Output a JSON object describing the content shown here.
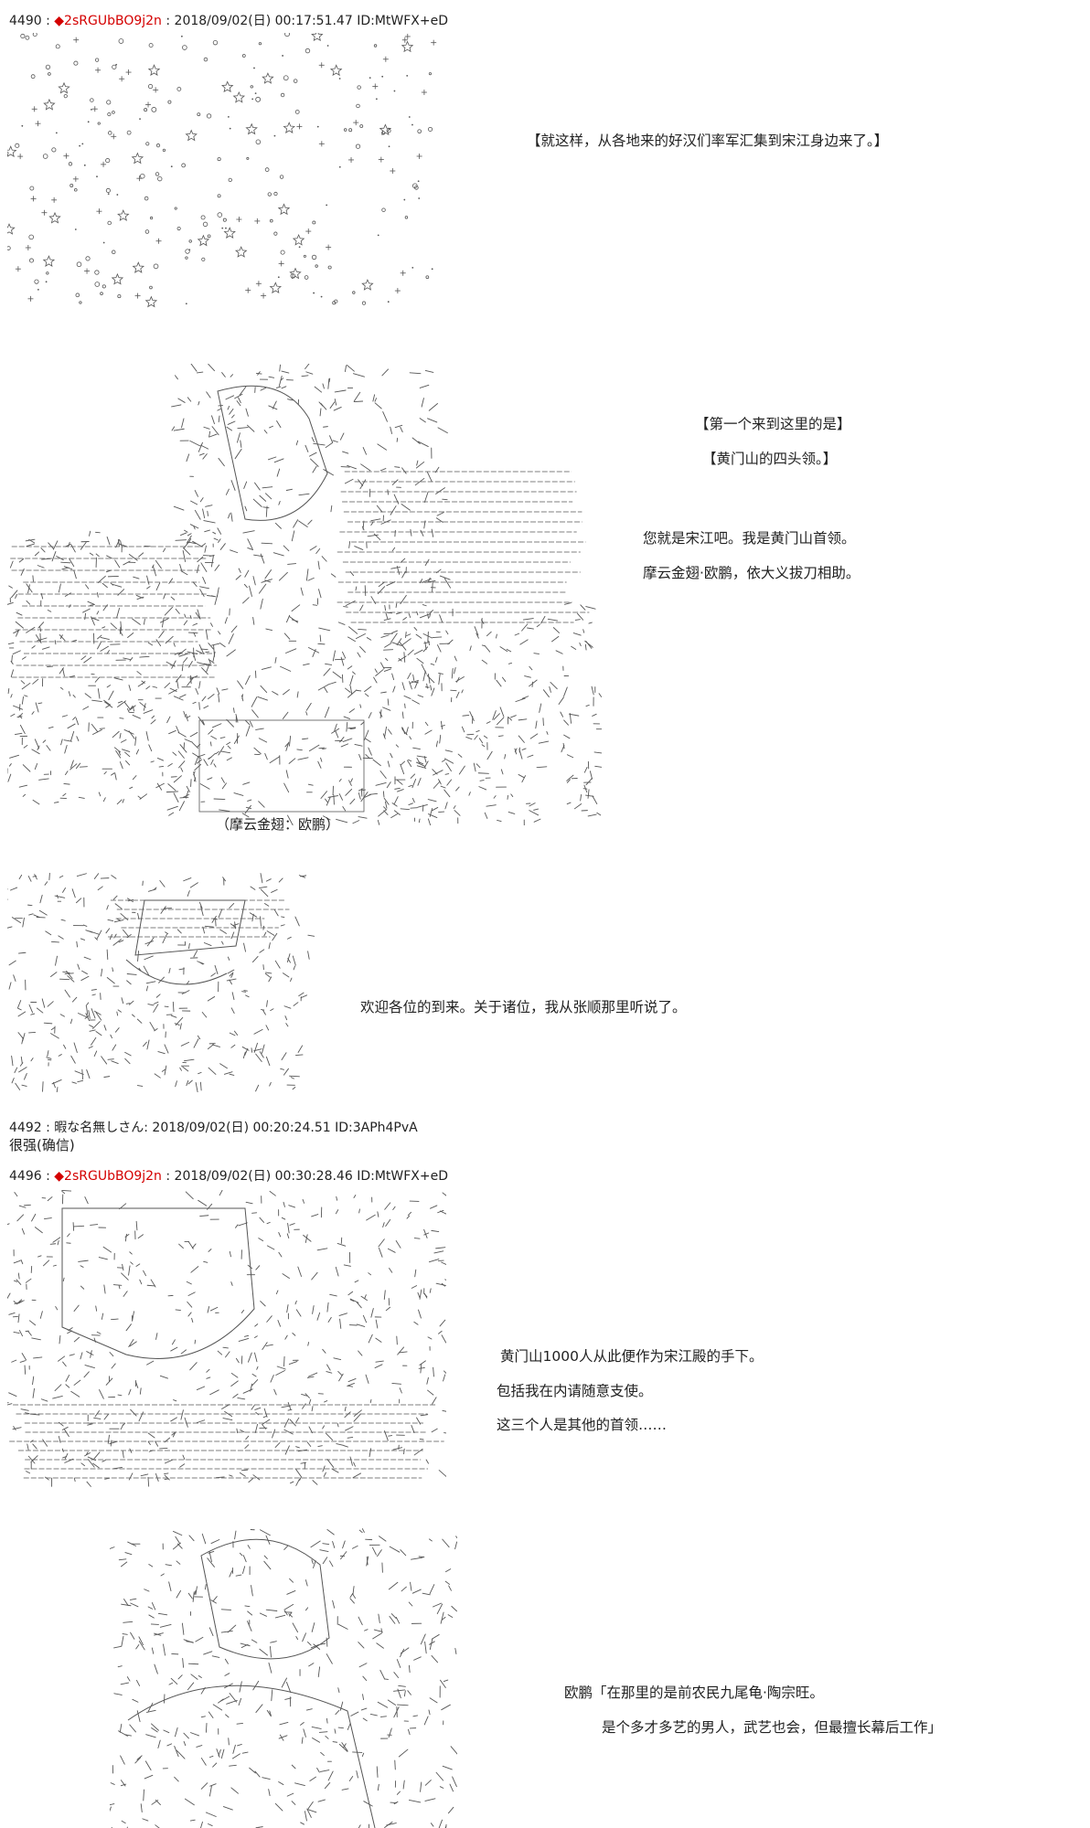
{
  "posts": [
    {
      "number": "4490",
      "sep": ":",
      "trip_mark": "◆",
      "trip": "2sRGUbBO9j2n",
      "rest": ": 2018/09/02(日) 00:17:51.47 ID:MtWFX+eD"
    },
    {
      "number": "4492",
      "sep": ":",
      "name": "暇な名無しさん",
      "rest": ": 2018/09/02(日) 00:20:24.51 ID:3APh4PvA",
      "body": "很强(确信)"
    },
    {
      "number": "4496",
      "sep": ":",
      "trip_mark": "◆",
      "trip": "2sRGUbBO9j2n",
      "rest": ": 2018/09/02(日) 00:30:28.46 ID:MtWFX+eD"
    }
  ],
  "lines": {
    "l1": "【就这样，从各地来的好汉们率军汇集到宋江身边来了。】",
    "l2": "【第一个来到这里的是】",
    "l3": "【黄门山的四头领。】",
    "l4": "您就是宋江吧。我是黄门山首领。",
    "l5": "摩云金翅·欧鹏，依大义拔刀相助。",
    "caption": "（摩云金翅：欧鹏）",
    "l6": "欢迎各位的到来。关于诸位，我从张顺那里听说了。",
    "l7": "黄门山1000人从此便作为宋江殿的手下。",
    "l8": "包括我在内请随意支使。",
    "l9": "这三个人是其他的首领……",
    "l10": "欧鹏「在那里的是前农民九尾龟·陶宗旺。",
    "l11": "是个多才多艺的男人，武艺也会，但最擅长幕后工作」"
  },
  "colors": {
    "trip": "#d40000",
    "text": "#222222",
    "art": "#555555"
  }
}
